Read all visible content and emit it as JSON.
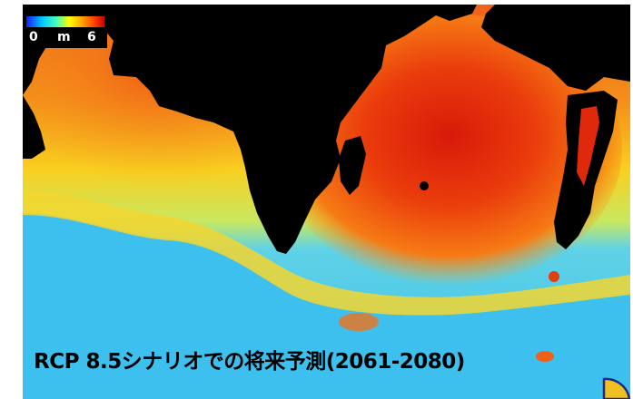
{
  "legend": {
    "min_label": "0",
    "unit_label": "m",
    "max_label": "6",
    "colors": [
      "#1a1aff",
      "#00c8ff",
      "#40ffc0",
      "#ffff00",
      "#ffa000",
      "#ff4000",
      "#c80000"
    ]
  },
  "caption": "RCP 8.5シナリオでの将来予測(2061-2080)",
  "colors": {
    "land": "#000000",
    "low_wave": "#3ec0ee",
    "mid_wave": "#f6d21e",
    "high_wave": "#e0280a"
  },
  "icons": {
    "corner": "pie-wedge-icon"
  }
}
